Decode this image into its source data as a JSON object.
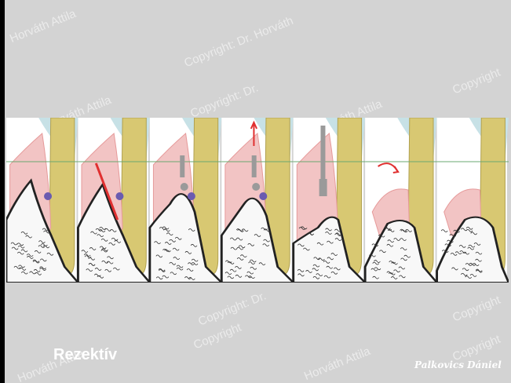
{
  "slide": {
    "caption": "Rezektív",
    "signature": "Palkovics Dániel",
    "watermarks": [
      "Horváth Attila",
      "Copyright: Dr. Horváth",
      "Copyright",
      "Horváth Attila",
      "Copyright: Dr.",
      "Copyright",
      "Horváth Attila",
      "Copyright: Dr.",
      "Copyright",
      "Horváth Attila",
      "Copyright",
      "Horváth Attila"
    ]
  },
  "colors": {
    "background": "#d3d3d3",
    "tooth": "#d8c872",
    "gingiva": "#f2c4c4",
    "bone_outline": "#222222",
    "calculus": "#6a5bb0",
    "instrument": "#9a9a9a",
    "scalpel": "#e03030",
    "reference_line": "#6aa870"
  },
  "panels": [
    {
      "step": "initial"
    },
    {
      "step": "incision",
      "icon": "scalpel-icon"
    },
    {
      "step": "scaling",
      "icon": "curette-icon"
    },
    {
      "step": "debridement",
      "icon": "curette-icon"
    },
    {
      "step": "osteoplasty",
      "icon": "bur-icon"
    },
    {
      "step": "flap-repositioning",
      "icon": "arrow-icon"
    },
    {
      "step": "healing"
    }
  ]
}
